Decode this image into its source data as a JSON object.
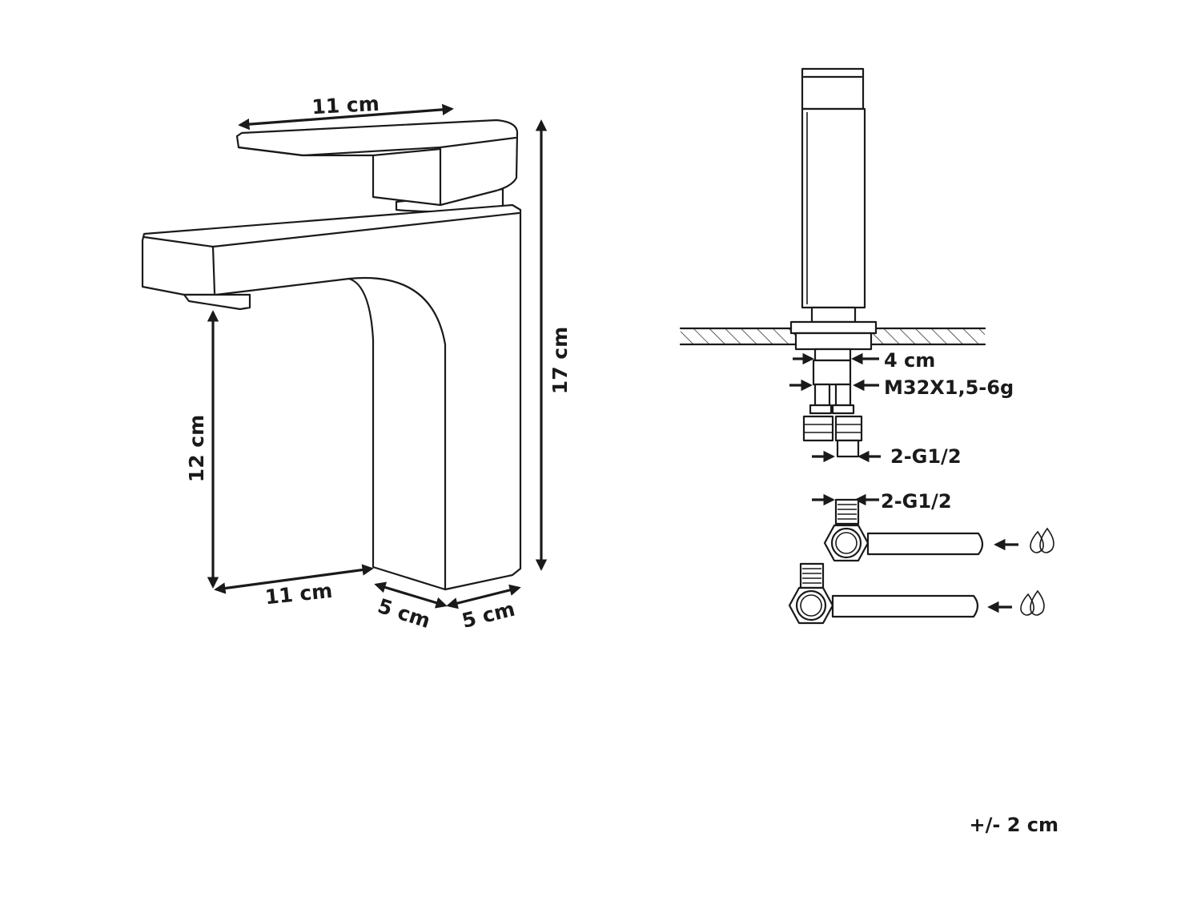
{
  "front_view": {
    "handle_width_label": "11 cm",
    "total_height_label": "17 cm",
    "spout_height_label": "12 cm",
    "spout_reach_label": "11 cm",
    "base_depth_label": "5 cm",
    "base_width_label": "5 cm"
  },
  "side_view": {
    "mount_diameter_label": "4 cm",
    "thread_label": "M32X1,5-6g",
    "hose_connection_label": "2-G1/2",
    "valve_connection_label": "2-G1/2"
  },
  "tolerance_label": "+/- 2 cm",
  "icons": [
    "water-drops-icon",
    "water-drops-icon",
    "arrow-left-icon"
  ]
}
